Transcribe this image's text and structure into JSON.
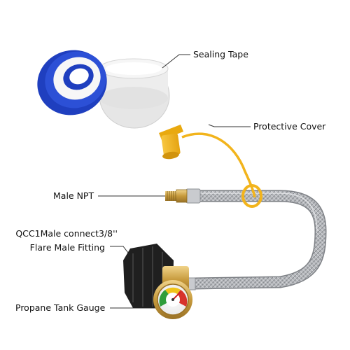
{
  "labels": {
    "sealing_tape": "Sealing Tape",
    "protective_cover": "Protective Cover",
    "male_npt": "Male NPT",
    "flare_line1": "QCC1Male connect3/8''",
    "flare_line2": "Flare Male Fitting",
    "tank_gauge": "Propane Tank Gauge"
  },
  "colors": {
    "tape_blue": "#1f3fbf",
    "tape_white": "#f4f4f4",
    "cap_yellow": "#f2b41c",
    "braid_steel": "#a7a9ad",
    "brass": "#d0a64a",
    "coupler_black": "#222222",
    "leader_line": "#333333"
  }
}
